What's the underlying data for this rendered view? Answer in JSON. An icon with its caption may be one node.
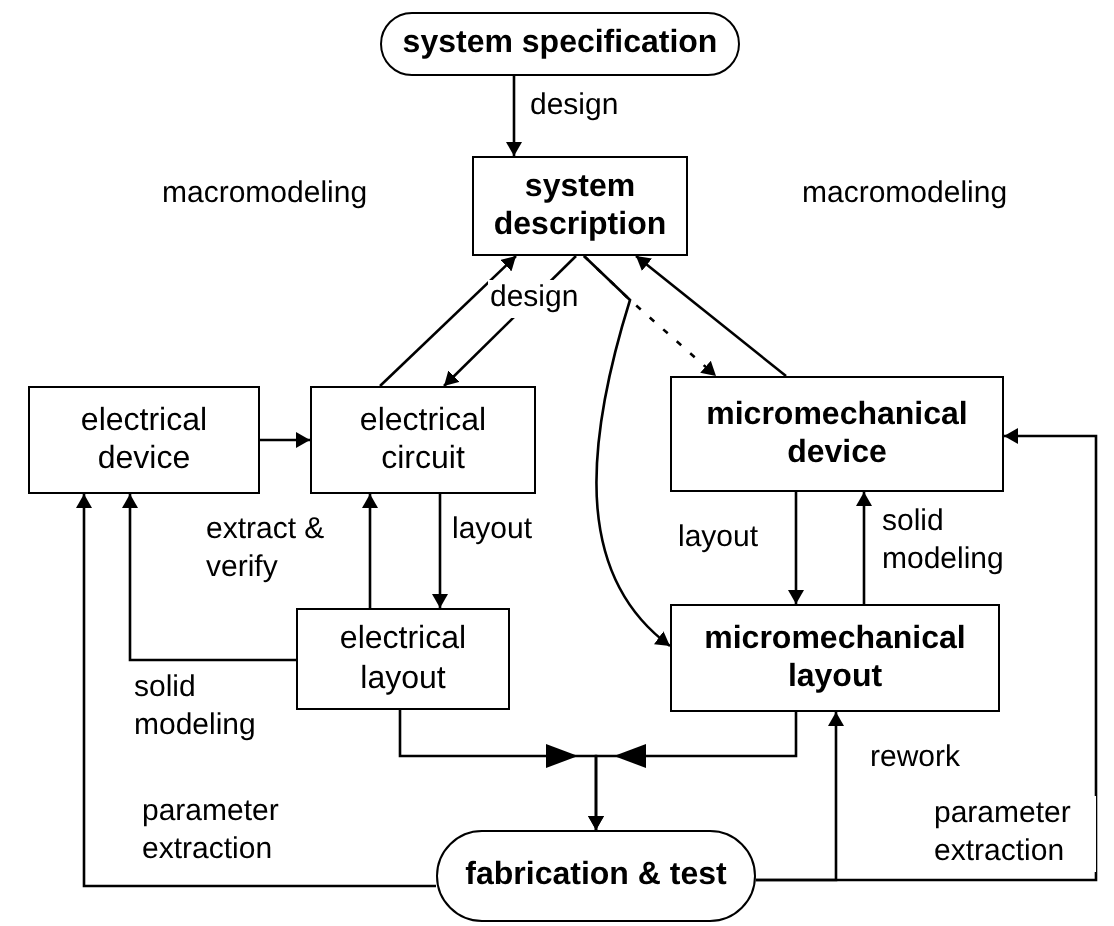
{
  "diagram": {
    "nodes": [
      {
        "text": [
          "system specification"
        ]
      },
      {
        "text": [
          "system description"
        ]
      },
      {
        "text": [
          "electrical device"
        ]
      },
      {
        "text": [
          "electrical circuit"
        ]
      },
      {
        "text": [
          "micromechanical device"
        ]
      },
      {
        "text": [
          "electrical layout"
        ]
      },
      {
        "text": [
          "micromechanical layout"
        ]
      },
      {
        "text": [
          "fabrication & test"
        ]
      }
    ],
    "edges": [
      {
        "from": 0,
        "to": 1,
        "arrow": "to",
        "label": "design"
      },
      {
        "from": 3,
        "to": 1,
        "arrow": "to",
        "label": "macromodeling"
      },
      {
        "from": 1,
        "to": 3,
        "arrow": "to",
        "label": "design"
      },
      {
        "from": 4,
        "to": 1,
        "arrow": "to",
        "label": "macromodeling"
      },
      {
        "from": 1,
        "to": 4,
        "arrow": "to",
        "style": "dashed"
      },
      {
        "from": 1,
        "to": 6,
        "arrow": "to"
      },
      {
        "from": 2,
        "to": 3,
        "arrow": "to"
      },
      {
        "from": 3,
        "to": 5,
        "arrow": "to",
        "label": "layout"
      },
      {
        "from": 5,
        "to": 3,
        "arrow": "to",
        "label": "extract & verify"
      },
      {
        "from": 5,
        "to": 2,
        "arrow": "to",
        "label": "solid modeling"
      },
      {
        "from": 7,
        "to": 2,
        "arrow": "to",
        "label": "parameter extraction"
      },
      {
        "from": 4,
        "to": 6,
        "arrow": "to",
        "label": "layout"
      },
      {
        "from": 6,
        "to": 4,
        "arrow": "to",
        "label": "solid modeling"
      },
      {
        "from": 7,
        "to": 6,
        "arrow": "to",
        "label": "rework"
      },
      {
        "from": 7,
        "to": 4,
        "arrow": "to",
        "label": "parameter extraction"
      },
      {
        "from": 5,
        "to": 7,
        "arrow": "to"
      },
      {
        "from": 6,
        "to": 7,
        "arrow": "to"
      }
    ]
  }
}
